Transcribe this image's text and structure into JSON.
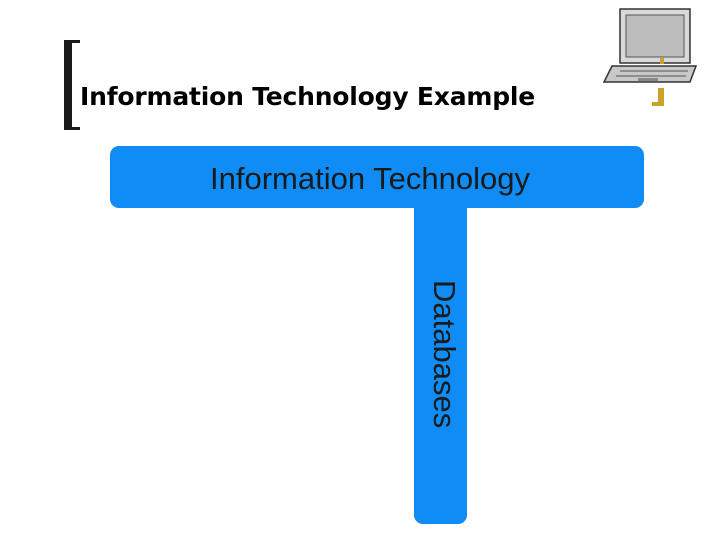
{
  "slide": {
    "title": "Information Technology Example",
    "title_color": "#000000",
    "accent_color": "#c9a227"
  },
  "diagram": {
    "fill_color": "#0f8cf5",
    "top_bar_label": "Information Technology",
    "stem_label": "Databases"
  },
  "icons": {
    "laptop": "laptop-icon",
    "bracket": "bracket-decoration"
  }
}
